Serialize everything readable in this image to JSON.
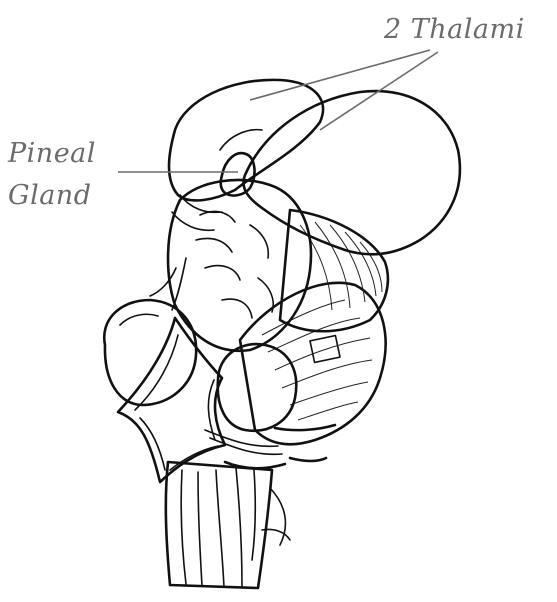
{
  "labels": {
    "thalami": "2 Thalami",
    "pineal_line1": "Pineal",
    "pineal_line2": "Gland"
  },
  "colors": {
    "highlight_fill": "#c8c8c8",
    "label_text": "#6b6b6b",
    "ink": "#111111"
  }
}
